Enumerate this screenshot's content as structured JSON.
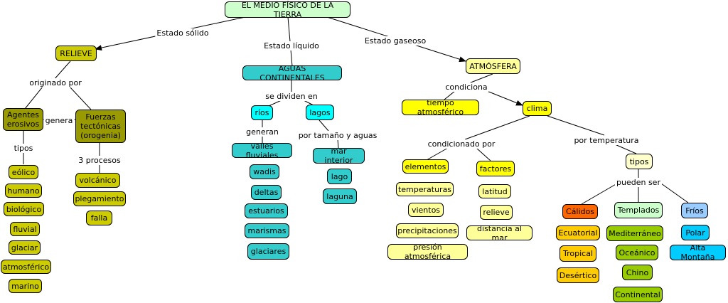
{
  "title": "EL MEDIO FÍSICO DE LA TIERRA",
  "linking": {
    "solid": "Estado sólido",
    "liquid": "Estado líquido",
    "gas": "Estado gaseoso",
    "originado": "originado por",
    "genera": "genera",
    "tipos": "tipos",
    "procesos": "3 procesos",
    "dividen": "se dividen en",
    "generan": "generan",
    "tamano": "por tamaño y aguas",
    "condiciona": "condiciona",
    "condicionado": "condicionado por",
    "por_temp": "por temperatura",
    "pueden": "pueden ser"
  },
  "relieve": {
    "label": "RELIEVE",
    "agentes": "Agentes\nerosivos",
    "fuerzas": "Fuerzas\ntectónicas\n(orogenia)",
    "agent_types": [
      "eólico",
      "humano",
      "biológico",
      "fluvial",
      "glaciar",
      "atmosférico",
      "marino"
    ],
    "processes": [
      "volcánico",
      "plegamiento",
      "falla"
    ]
  },
  "aguas": {
    "label": "AGUAS CONTINENTALES",
    "rios": "ríos",
    "lagos": "lagos",
    "river_forms": [
      "valles fluviales",
      "wadis",
      "deltas",
      "estuarios",
      "marismas",
      "glaciares"
    ],
    "lake_types": [
      "mar interior",
      "lago",
      "laguna"
    ]
  },
  "atmosfera": {
    "label": "ATMÓSFERA",
    "tiempo": "tiempo atmosférico",
    "clima": "clima",
    "elementos": "elementos",
    "factores": "factores",
    "element_list": [
      "temperaturas",
      "vientos",
      "precipitaciones",
      "presión atmosférica"
    ],
    "factor_list": [
      "latitud",
      "relieve",
      "distancia al mar"
    ],
    "tipos": "tipos",
    "calidos": "Cálidos",
    "templados": "Templados",
    "frios": "Fríos",
    "calidos_list": [
      "Ecuatorial",
      "Tropical",
      "Desértico"
    ],
    "templados_list": [
      "Mediterráneo",
      "Oceánico",
      "Chino",
      "Continental"
    ],
    "frios_list": [
      "Polar",
      "Alta Montaña"
    ]
  }
}
